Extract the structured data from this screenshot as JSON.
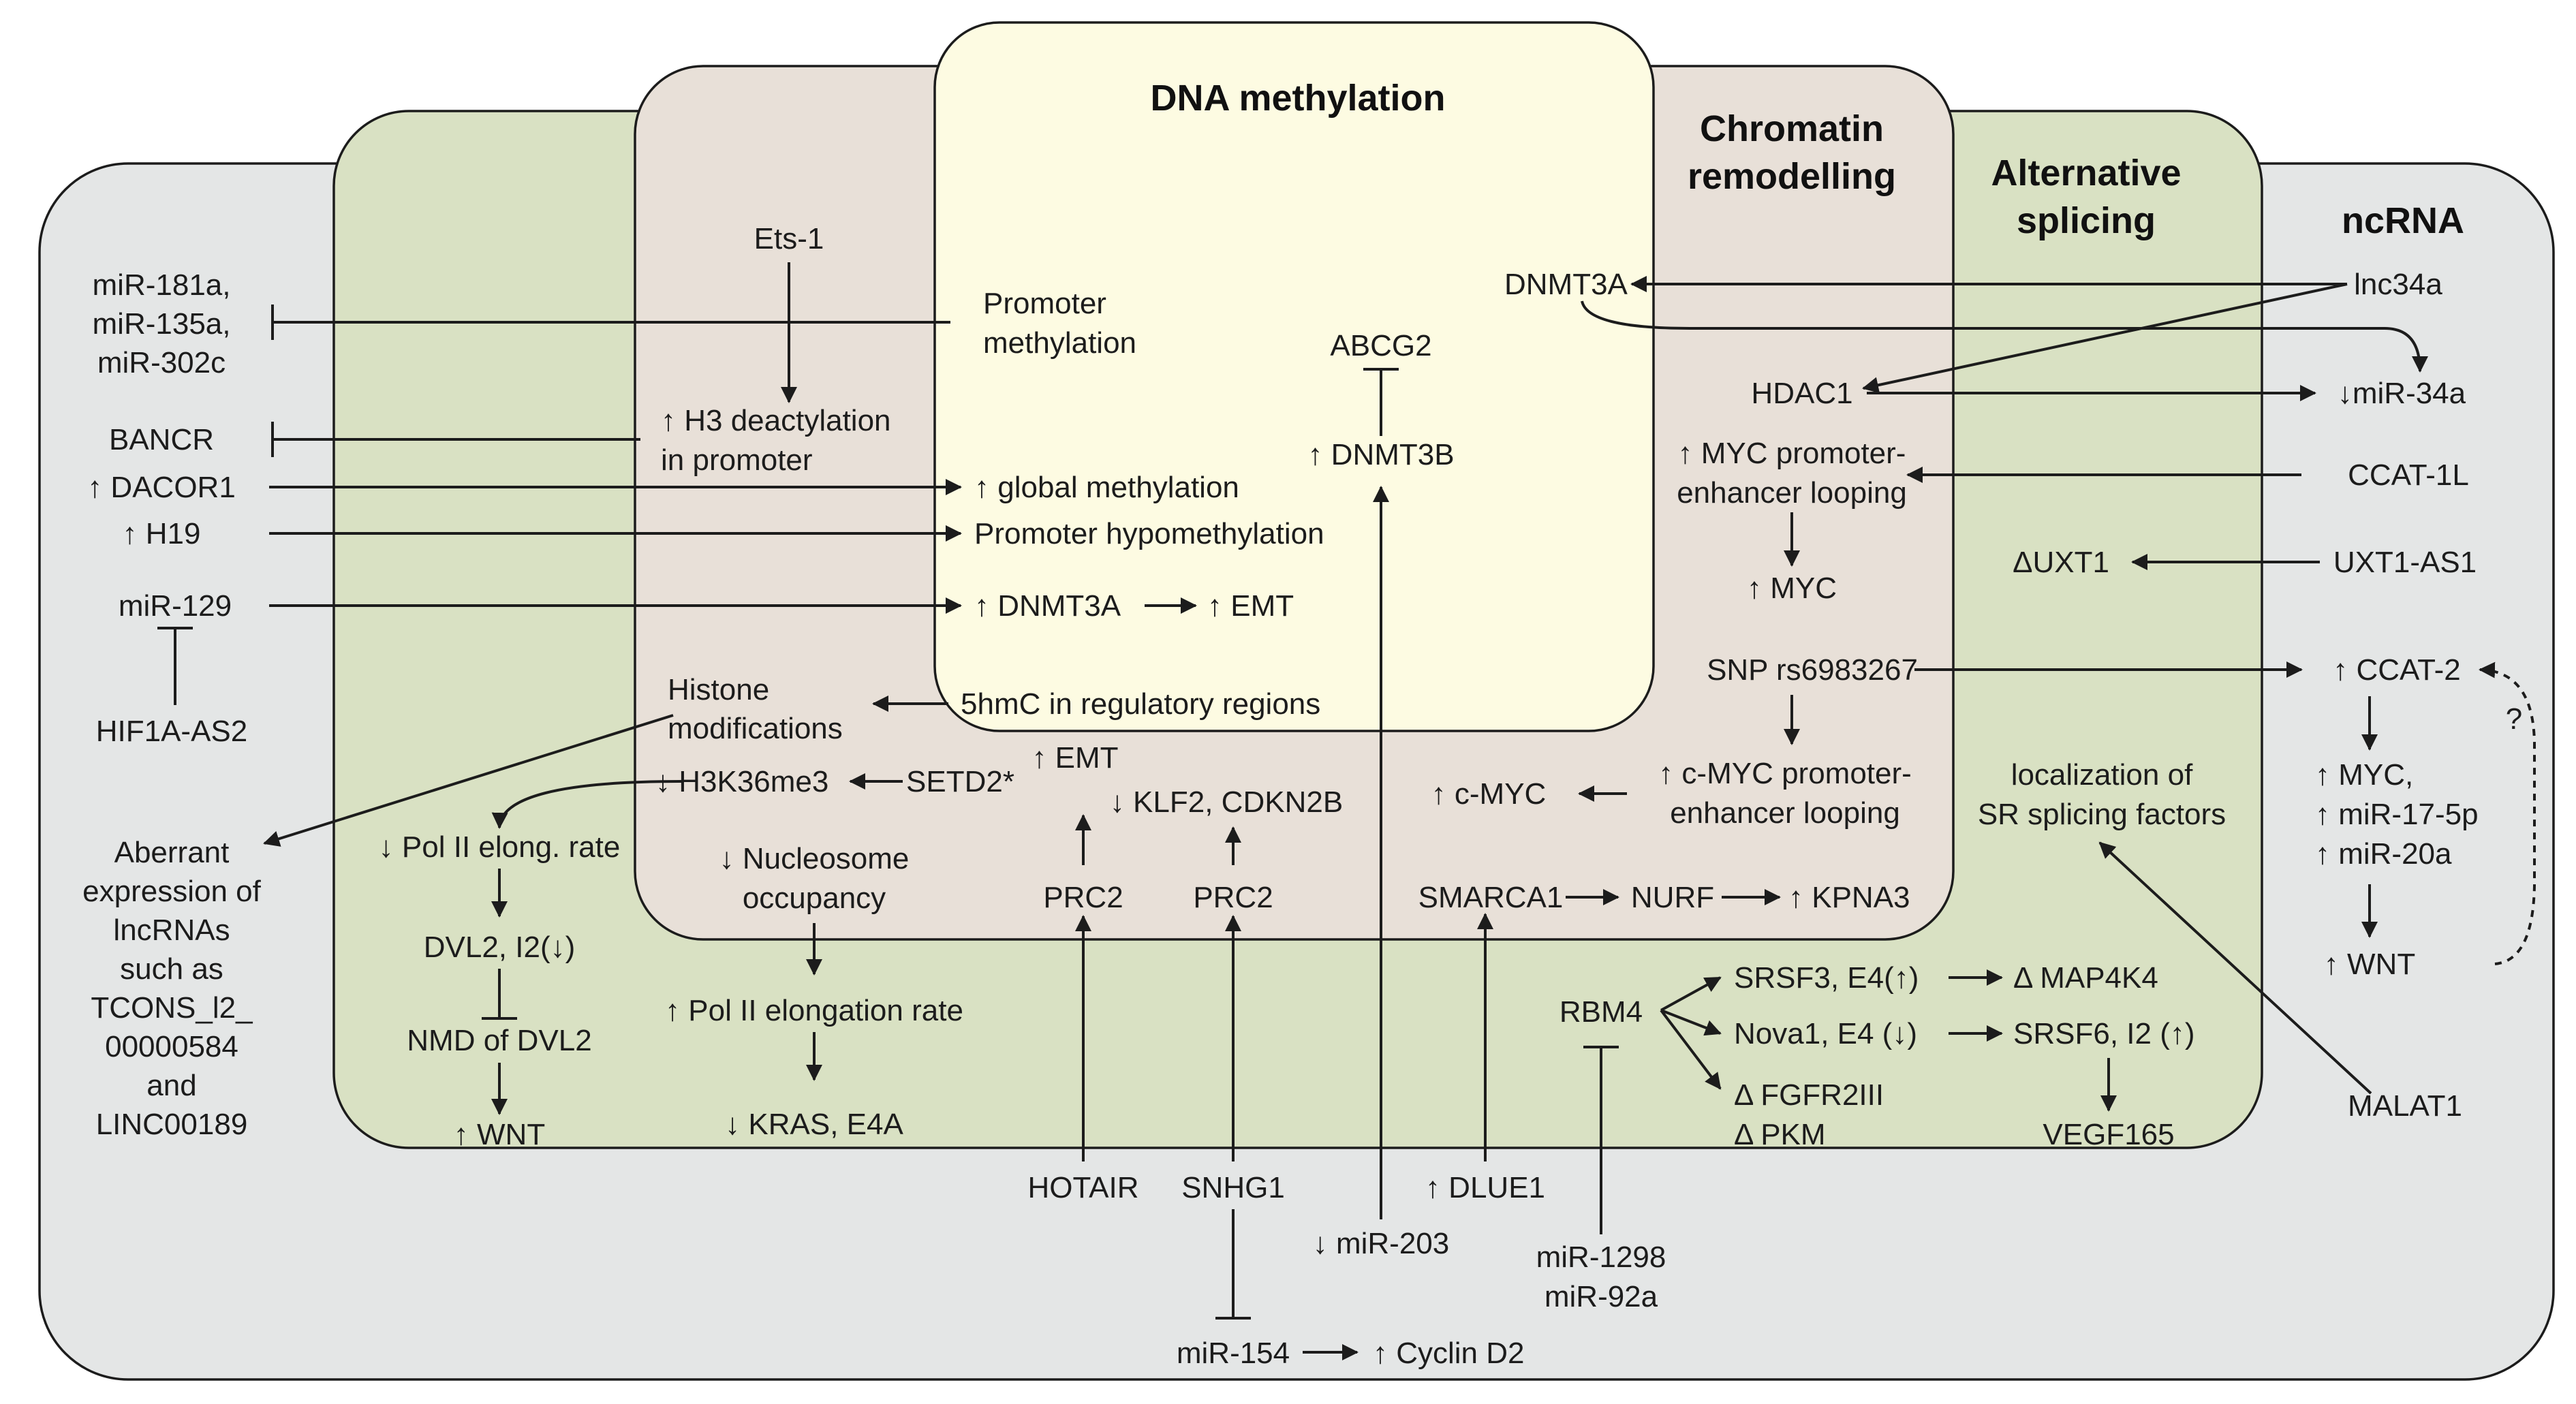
{
  "colors": {
    "ncrna_panel": "#e4e6e6",
    "splicing_panel": "#d9e1c3",
    "chromatin_panel": "#e8e0d8",
    "methylation_panel": "#fdfbe2",
    "stroke": "#1c1c1c"
  },
  "titles": {
    "dna_methylation": "DNA methylation",
    "chromatin_1": "Chromatin",
    "chromatin_2": "remodelling",
    "splicing_1": "Alternative",
    "splicing_2": "splicing",
    "ncrna": "ncRNA"
  },
  "labels": {
    "mir181a": "miR-181a,",
    "mir135a": "miR-135a,",
    "mir302c": "miR-302c",
    "bancr": "BANCR",
    "dacor1": "↑ DACOR1",
    "h19": "↑ H19",
    "mir129": "miR-129",
    "hif1a_as2": "HIF1A-AS2",
    "aberrant_1": "Aberrant",
    "aberrant_2": "expression of",
    "aberrant_3": "lncRNAs",
    "aberrant_4": "such as",
    "aberrant_5": "TCONS_l2_",
    "aberrant_6": "00000584",
    "aberrant_7": "and",
    "aberrant_8": "LINC00189",
    "ets1": "Ets-1",
    "h3_deac_1": "↑ H3 deactylation",
    "h3_deac_2": "in promoter",
    "histone_1": "Histone",
    "histone_2": "modifications",
    "h3k36me3": "↓ H3K36me3",
    "setd2": "SETD2*",
    "pol2_elong_down": "↓ Pol II elong. rate",
    "dvl2_i2": "DVL2, I2(↓)",
    "nmd_dvl2": "NMD of DVL2",
    "wnt_left": "↑ WNT",
    "nucleosome_1": "↓ Nucleosome",
    "nucleosome_2": "occupancy",
    "pol2_elong_up": "↑ Pol II elongation rate",
    "kras": "↓ KRAS, E4A",
    "emt_mid": "↑ EMT",
    "klf2": "↓ KLF2, CDKN2B",
    "prc2_a": "PRC2",
    "prc2_b": "PRC2",
    "hotair": "HOTAIR",
    "snhg1": "SNHG1",
    "mir154": "miR-154",
    "cyclin_d2": "↑ Cyclin D2",
    "promoter_meth_1": "Promoter",
    "promoter_meth_2": "methylation",
    "global_meth": "↑ global methylation",
    "promoter_hypo": "Promoter hypomethylation",
    "dnmt3a_emt_1": "↑ DNMT3A",
    "dnmt3a_emt_2": "↑ EMT",
    "hmc": "5hmC in regulatory regions",
    "abcg2": "ABCG2",
    "dnmt3b": "↑ DNMT3B",
    "mir203": "↓ miR-203",
    "dnmt3a_top": "DNMT3A",
    "hdac1": "HDAC1",
    "myc_loop_1": "↑ MYC promoter-",
    "myc_loop_2": "enhancer looping",
    "myc_up": "↑ MYC",
    "snp": "SNP rs6983267",
    "cmyc_loop_1": "↑ c-MYC promoter-",
    "cmyc_loop_2": "enhancer looping",
    "cmyc": "↑ c-MYC",
    "smarca1": "SMARCA1",
    "nurf": "NURF",
    "kpna3": "↑ KPNA3",
    "dlue1": "↑ DLUE1",
    "mir1298": "miR-1298",
    "mir92a": "miR-92a",
    "rbm4": "RBM4",
    "srsf3": "SRSF3, E4(↑)",
    "map4k4": "Δ MAP4K4",
    "nova1": "Nova1, E4 (↓)",
    "srsf6": "SRSF6, I2 (↑)",
    "fgfr2": "Δ FGFR2III",
    "pkm": "Δ PKM",
    "vegf": "VEGF165",
    "localization_1": "localization of",
    "localization_2": "SR splicing factors",
    "uxt1": "ΔUXT1",
    "lnc34a": "lnc34a",
    "mir34a": "↓miR-34a",
    "ccat1l": "CCAT-1L",
    "uxt1_as1": "UXT1-AS1",
    "ccat2": "↑ CCAT-2",
    "qmark": "?",
    "myc_right": "↑ MYC,",
    "mir17": "↑ miR-17-5p",
    "mir20a": "↑ miR-20a",
    "wnt_right": "↑ WNT",
    "malat1": "MALAT1"
  }
}
